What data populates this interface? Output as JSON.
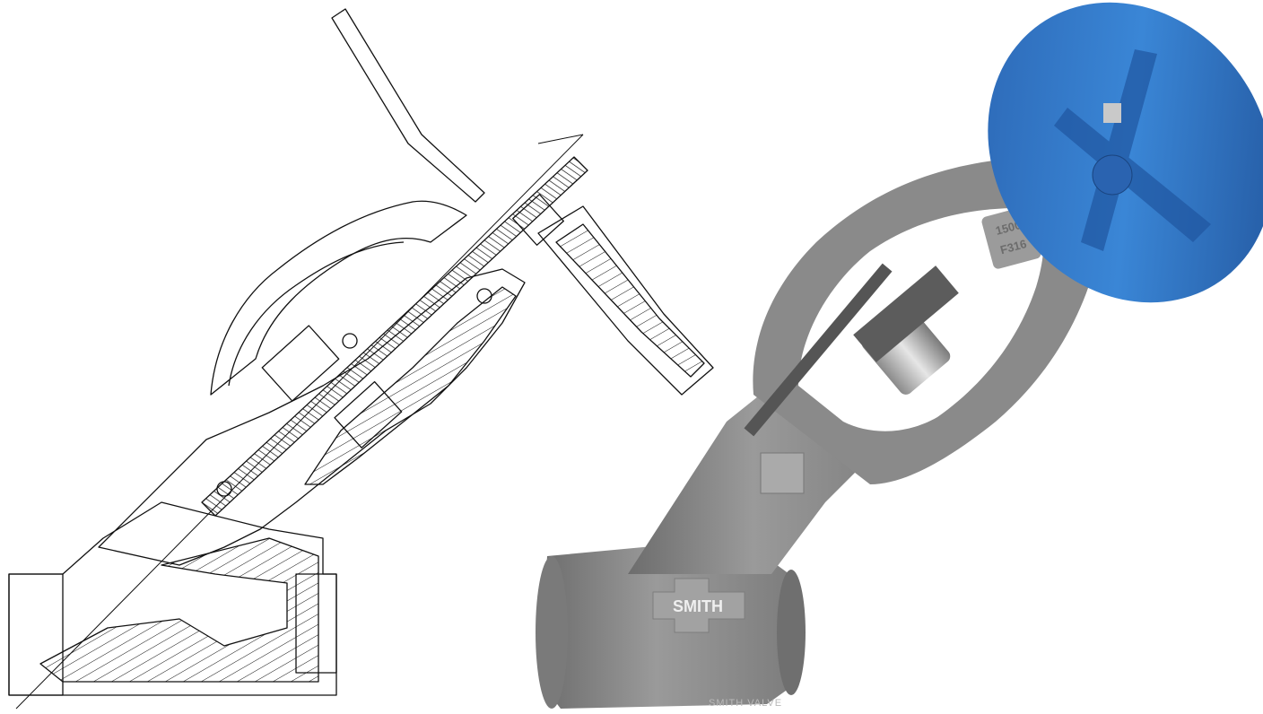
{
  "figure": {
    "product_photo": {
      "nameplate_text": "SMITH",
      "yoke_marking_line1": "1500",
      "yoke_marking_line2": "F316",
      "handwheel_color": "#2f6fbf",
      "body_color": "#8a8a8a"
    },
    "footer_caption": "SMITH VALVE"
  }
}
